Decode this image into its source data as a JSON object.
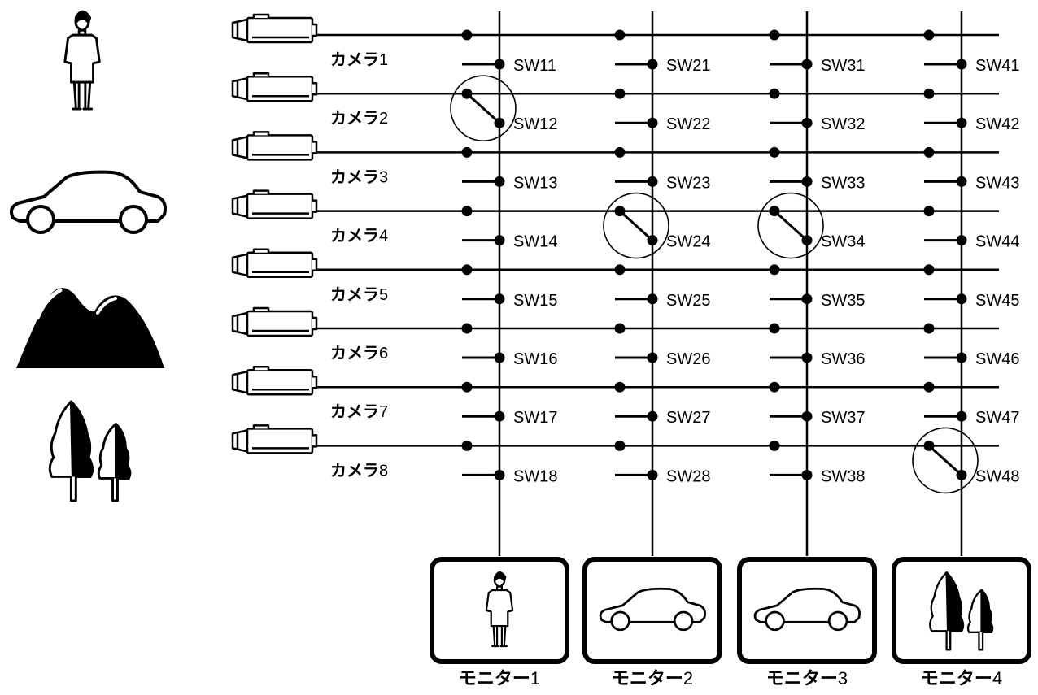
{
  "colors": {
    "ink": "#000000",
    "paper": "#ffffff"
  },
  "sources": [
    {
      "icon": "person-icon"
    },
    {
      "icon": "car-icon"
    },
    {
      "icon": "mountain-icon"
    },
    {
      "icon": "trees-icon"
    }
  ],
  "cameras": [
    {
      "prefix": "カメラ",
      "num": "1"
    },
    {
      "prefix": "カメラ",
      "num": "2"
    },
    {
      "prefix": "カメラ",
      "num": "3"
    },
    {
      "prefix": "カメラ",
      "num": "4"
    },
    {
      "prefix": "カメラ",
      "num": "5"
    },
    {
      "prefix": "カメラ",
      "num": "6"
    },
    {
      "prefix": "カメラ",
      "num": "7"
    },
    {
      "prefix": "カメラ",
      "num": "8"
    }
  ],
  "switches": [
    [
      "SW11",
      "SW12",
      "SW13",
      "SW14",
      "SW15",
      "SW16",
      "SW17",
      "SW18"
    ],
    [
      "SW21",
      "SW22",
      "SW23",
      "SW24",
      "SW25",
      "SW26",
      "SW27",
      "SW28"
    ],
    [
      "SW31",
      "SW32",
      "SW33",
      "SW34",
      "SW35",
      "SW36",
      "SW37",
      "SW38"
    ],
    [
      "SW41",
      "SW42",
      "SW43",
      "SW44",
      "SW45",
      "SW46",
      "SW47",
      "SW48"
    ]
  ],
  "closed_switches": [
    "SW12",
    "SW24",
    "SW34",
    "SW48"
  ],
  "monitors": [
    {
      "prefix": "モニター",
      "num": "1",
      "shows": "person-icon"
    },
    {
      "prefix": "モニター",
      "num": "2",
      "shows": "car-icon"
    },
    {
      "prefix": "モニター",
      "num": "3",
      "shows": "car-icon"
    },
    {
      "prefix": "モニター",
      "num": "4",
      "shows": "trees-icon"
    }
  ]
}
